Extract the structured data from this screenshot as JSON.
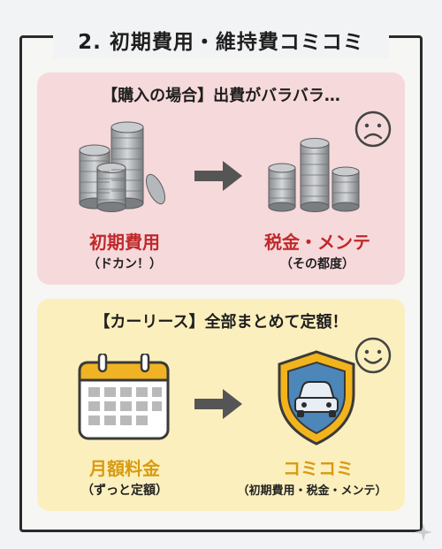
{
  "title": "2. 初期費用・維持費コミコミ",
  "buy": {
    "heading": "【購入の場合】出費がバラバラ…",
    "left_label": "初期費用",
    "left_sub": "（ドカン！）",
    "right_label": "税金・メンテ",
    "right_sub": "（その都度）",
    "face_icon": "sad-face-icon",
    "accent": "#c0282b"
  },
  "lease": {
    "heading": "【カーリース】全部まとめて定額！",
    "left_label": "月額料金",
    "left_sub": "（ずっと定額）",
    "right_label": "コミコミ",
    "right_sub": "（初期費用・税金・メンテ）",
    "face_icon": "happy-face-icon",
    "accent": "#d89b12"
  }
}
